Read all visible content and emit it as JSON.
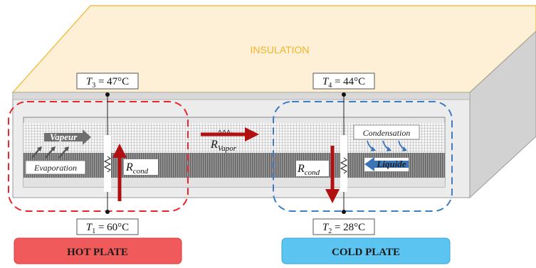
{
  "insulation": {
    "label": "INSULATION",
    "color": "#f0b429",
    "fill": "#fdf0d6"
  },
  "temperatures": {
    "t3": {
      "sym": "T",
      "sub": "3",
      "value": " = 47°C"
    },
    "t4": {
      "sym": "T",
      "sub": "4",
      "value": " = 44°C"
    },
    "t1": {
      "sym": "T",
      "sub": "1",
      "value": " = 60°C"
    },
    "t2": {
      "sym": "T",
      "sub": "2",
      "value": " = 28°C"
    }
  },
  "heat_pipe": {
    "vapeur_label": "Vapeur",
    "evaporation_label": "Evaporation",
    "condensation_label": "Condensation",
    "liquide_label": "Liquide"
  },
  "resistances": {
    "r_cond_left": {
      "sym": "R",
      "sub": "cond"
    },
    "r_cond_right": {
      "sym": "R",
      "sub": "cond"
    },
    "r_vapor": {
      "sym": "R",
      "sub": "Vapor"
    }
  },
  "plates": {
    "hot": {
      "label": "HOT PLATE",
      "color": "#f05a5a",
      "border": "#d93b3b"
    },
    "cold": {
      "label": "COLD PLATE",
      "color": "#5bc4f0",
      "border": "#3aa3d6"
    }
  },
  "colors": {
    "hot_dash": "#e8262b",
    "cold_dash": "#3c7cc4",
    "arrow_red": "#b01010",
    "arrow_blue": "#3c74b8",
    "arrow_grey": "#6f6f6f"
  }
}
